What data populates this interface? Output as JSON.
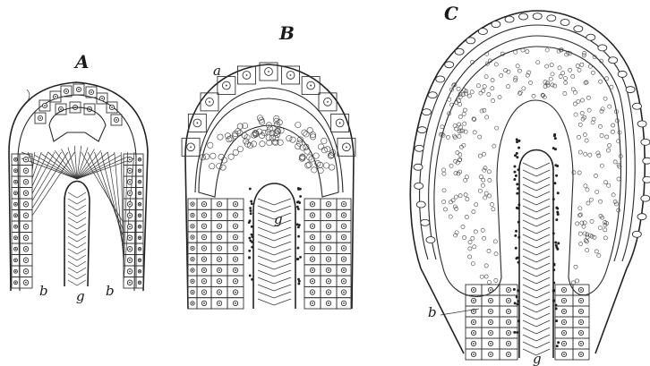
{
  "figure": {
    "panels": [
      {
        "id": "A",
        "label": "A",
        "parts": [
          {
            "letter": "b"
          },
          {
            "letter": "g"
          },
          {
            "letter": "b"
          }
        ]
      },
      {
        "id": "B",
        "label": "B",
        "parts": [
          {
            "letter": "a"
          },
          {
            "letter": "g"
          }
        ]
      },
      {
        "id": "C",
        "label": "C",
        "parts": [
          {
            "letter": "b"
          },
          {
            "letter": "g"
          }
        ]
      }
    ]
  },
  "colors": {
    "ink": "#2a2a2a",
    "paper": "#ffffff"
  }
}
